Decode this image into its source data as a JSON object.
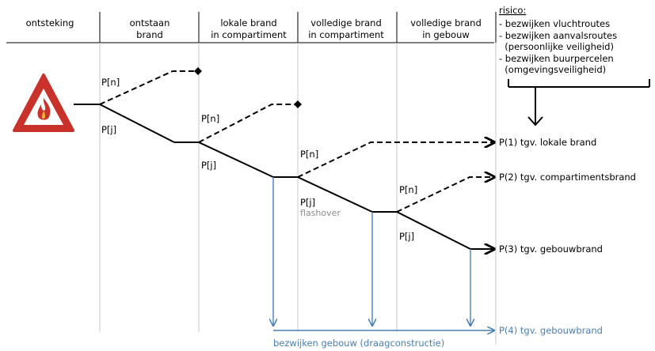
{
  "header": {
    "phases": [
      {
        "line1": "ontsteking",
        "line2": ""
      },
      {
        "line1": "ontstaan",
        "line2": "brand"
      },
      {
        "line1": "lokale brand",
        "line2": "in compartiment"
      },
      {
        "line1": "volledige brand",
        "line2": "in compartiment"
      },
      {
        "line1": "volledige brand",
        "line2": "in gebouw"
      }
    ],
    "risk_title": "risico:",
    "risk_items": [
      "- bezwijken vluchtroutes",
      "- bezwijken aanvalsroutes",
      "  (persoonlijke veiligheid)",
      "- bezwijken buurpercelen",
      "  (omgevingsveiligheid)"
    ]
  },
  "logo": {
    "icon": "fire-triangle-warning-icon"
  },
  "branches": {
    "no_label": "P[n]",
    "yes_label": "P[j]",
    "flashover": "flashover"
  },
  "outcomes": [
    "P(1) tgv. lokale brand",
    "P(2) tgv. compartimentsbrand",
    "P(3) tgv. gebouwbrand",
    "P(4) tgv. gebouwbrand"
  ],
  "collapse_label": "bezwijken gebouw (draagconstructie)",
  "colors": {
    "blue": "#4a7fb5",
    "gray": "#8c8c8c",
    "divider": "#c8c8c8",
    "logo_red": "#c8322a"
  }
}
